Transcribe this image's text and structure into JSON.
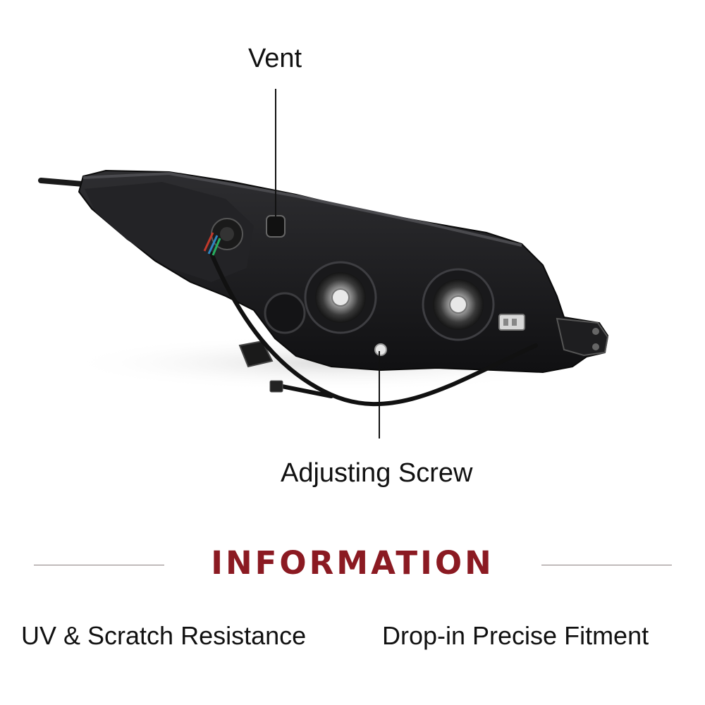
{
  "callouts": {
    "vent": "Vent",
    "adjusting_screw": "Adjusting Screw"
  },
  "section": {
    "heading": "INFORMATION"
  },
  "features": [
    "UV & Scratch Resistance",
    "Drop-in Precise Fitment"
  ],
  "colors": {
    "heading": "#8b1a22",
    "text": "#111111",
    "housing": "#1c1c1e",
    "rule": "#8a7f7f"
  }
}
